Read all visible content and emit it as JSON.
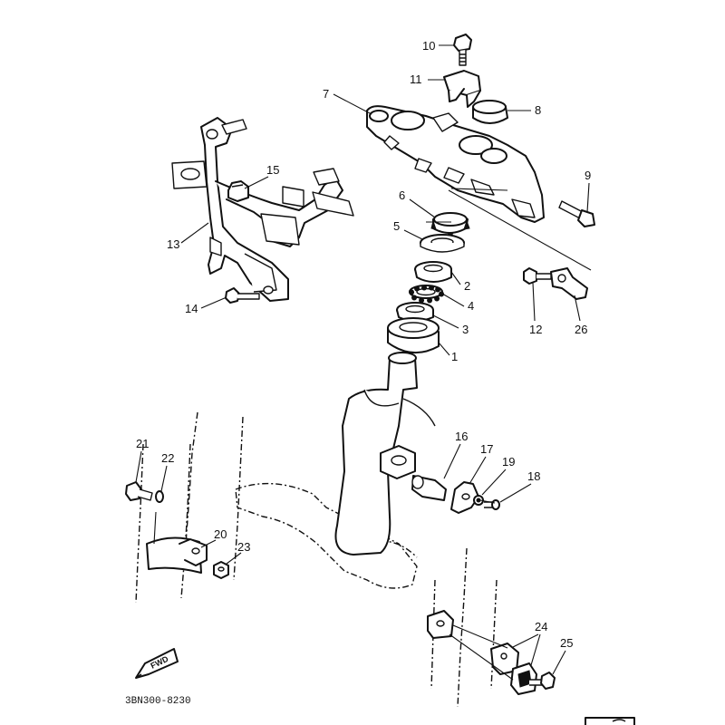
{
  "diagram": {
    "part_numbers": [
      "1",
      "2",
      "3",
      "4",
      "5",
      "6",
      "7",
      "8",
      "9",
      "10",
      "11",
      "12",
      "13",
      "14",
      "15",
      "16",
      "17",
      "18",
      "19",
      "20",
      "21",
      "22",
      "23",
      "24",
      "25",
      "26"
    ],
    "drawing_code": "3BN300-8230",
    "direction_label": "FWD"
  },
  "colors": {
    "ink": "#111111",
    "paper": "#ffffff"
  }
}
